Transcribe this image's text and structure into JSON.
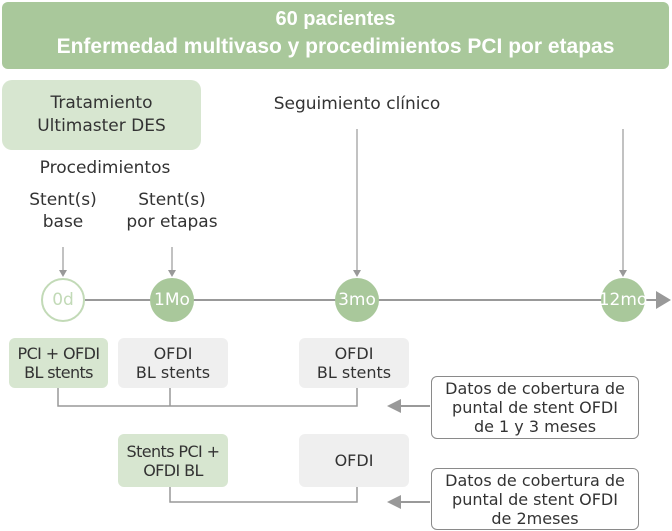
{
  "banner": {
    "line1": "60 pacientes",
    "line2": "Enfermedad multivaso y procedimientos PCI por etapas"
  },
  "treatment": {
    "line1": "Tratamiento",
    "line2": "Ultimaster DES"
  },
  "followup_label": "Seguimiento clínico",
  "procedures_label": "Procedimientos",
  "stent_base": {
    "line1": "Stent(s)",
    "line2": "base"
  },
  "stent_staged": {
    "line1": "Stent(s)",
    "line2": "por etapas"
  },
  "timeline": {
    "nodes": [
      {
        "label": "0d",
        "style": "hollow"
      },
      {
        "label": "1Mo",
        "style": "filled"
      },
      {
        "label": "3mo",
        "style": "filled"
      },
      {
        "label": "12mo",
        "style": "filled"
      }
    ]
  },
  "row1": {
    "box_pci": {
      "line1": "PCI + OFDI",
      "line2": "BL stents"
    },
    "box_1mo": {
      "line1": "OFDI",
      "line2": "BL stents"
    },
    "box_3mo": {
      "line1": "OFDI",
      "line2": "BL stents"
    },
    "note": {
      "line1": "Datos de cobertura de",
      "line2": "puntal de stent OFDI",
      "line3": "de 1 y 3 meses"
    }
  },
  "row2": {
    "box_pci": {
      "line1": "Stents PCI +",
      "line2": "OFDI BL"
    },
    "box_ofdi": "OFDI",
    "note": {
      "line1": "Datos de cobertura de",
      "line2": "puntal de stent OFDI",
      "line3": "de 2meses"
    }
  },
  "colors": {
    "accent": "#a9c89b",
    "accent_light": "#d7e6d0",
    "hollow_ring": "#c2dab7",
    "box_gray": "#efefef",
    "line_gray": "#999999"
  }
}
